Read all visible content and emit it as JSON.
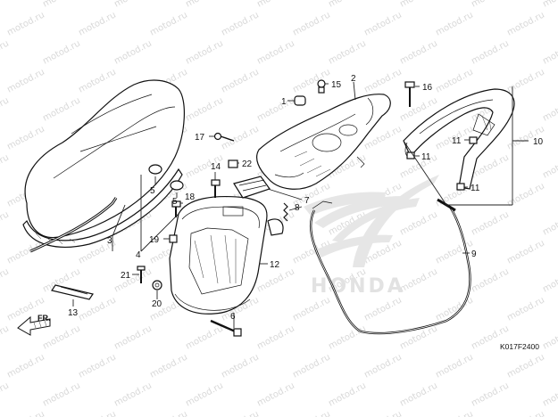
{
  "watermark": "motod.ru",
  "brand_logo_text": "HONDA",
  "diagram_code": "K017F2400",
  "front_label": "FR.",
  "callouts": {
    "n1": "1",
    "n2": "2",
    "n3": "3",
    "n4": "4",
    "n5a": "5",
    "n5b": "5",
    "n6": "6",
    "n7": "7",
    "n8": "8",
    "n9": "9",
    "n10": "10",
    "n11a": "11",
    "n11b": "11",
    "n11c": "11",
    "n12": "12",
    "n13": "13",
    "n14": "14",
    "n15": "15",
    "n16": "16",
    "n17": "17",
    "n18": "18",
    "n19": "19",
    "n20": "20",
    "n21": "21",
    "n22": "22"
  }
}
